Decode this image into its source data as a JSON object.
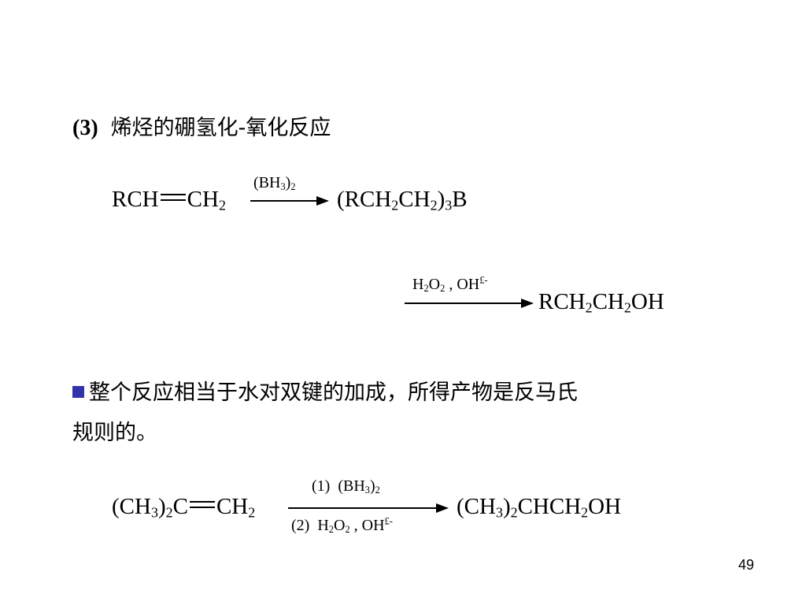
{
  "title": {
    "number": "(3)",
    "text": "烯烃的硼氢化-氧化反应"
  },
  "reaction1": {
    "reactant_left": "RCH",
    "reactant_right": "CH",
    "reactant_right_sub": "2",
    "reagent": "(BH",
    "reagent_sub1": "3",
    "reagent_close": ")",
    "reagent_sub2": "2",
    "product_a": "(RCH",
    "product_sub1": "2",
    "product_b": "CH",
    "product_sub2": "2",
    "product_c": ")",
    "product_sub3": "3",
    "product_d": "B"
  },
  "reaction2": {
    "reagent_a": "H",
    "reagent_sub1": "2",
    "reagent_b": "O",
    "reagent_sub2": "2",
    "reagent_c": " , OH",
    "reagent_sup": "£-",
    "product_a": "RCH",
    "product_sub1": "2",
    "product_b": "CH",
    "product_sub2": "2",
    "product_c": "OH"
  },
  "note": {
    "line1": "整个反应相当于水对双键的加成，所得产物是反马氏",
    "line2": "规则的。"
  },
  "reaction3": {
    "r_a": "(CH",
    "r_sub1": "3",
    "r_b": ")",
    "r_sub2": "2",
    "r_c": "C",
    "r_d": "CH",
    "r_sub3": "2",
    "step1_label": "(1)",
    "step1_a": "(BH",
    "step1_sub1": "3",
    "step1_b": ")",
    "step1_sub2": "2",
    "step2_label": "(2)",
    "step2_a": "H",
    "step2_sub1": "2",
    "step2_b": "O",
    "step2_sub2": "2",
    "step2_c": " , OH",
    "step2_sup": "£-",
    "p_a": "(CH",
    "p_sub1": "3",
    "p_b": ")",
    "p_sub2": "2",
    "p_c": "CHCH",
    "p_sub3": "2",
    "p_d": "OH"
  },
  "page_number": "49"
}
